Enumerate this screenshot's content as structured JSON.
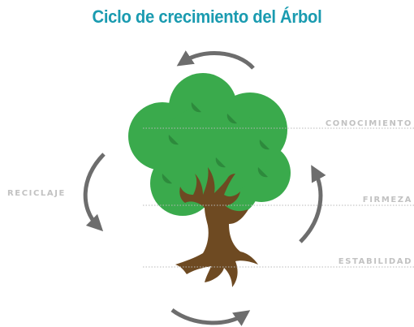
{
  "title": "Ciclo de crecimiento del Árbol",
  "labels": {
    "conocimiento": "CONOCIMIENTO",
    "firmeza": "FIRMEZA",
    "estabilidad": "ESTABILIDAD",
    "reciclaje": "RECICLAJE"
  },
  "colors": {
    "title": "#1a9bb0",
    "canopy": "#3aaa4c",
    "leaf": "#2d8a3c",
    "trunk": "#6e4a22",
    "arrow": "#6d6d6d",
    "label": "#c2c2c2",
    "guide_line": "#b8b8b8"
  }
}
